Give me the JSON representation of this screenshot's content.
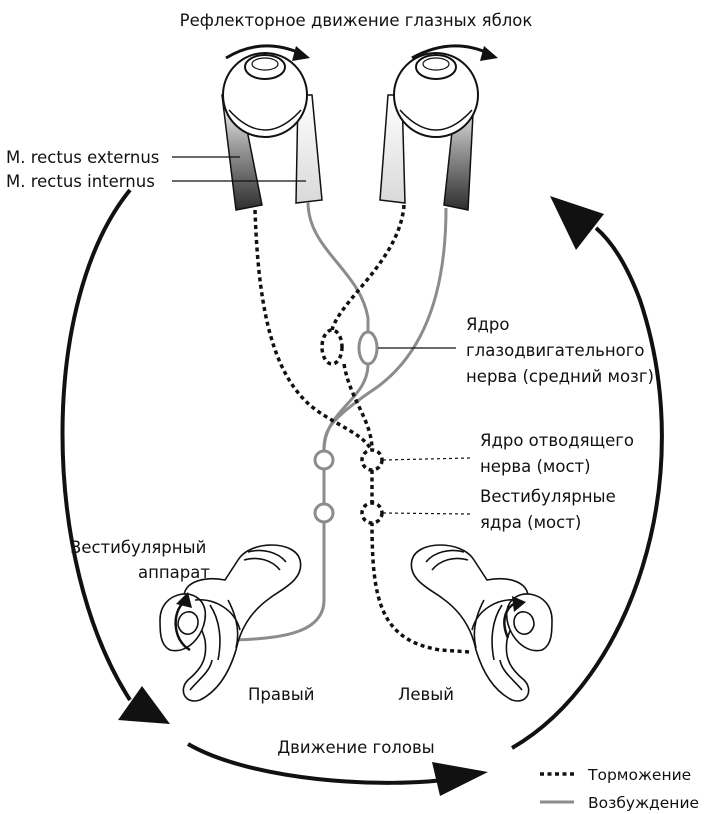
{
  "title": "Рефлекторное движение глазных яблок",
  "labels": {
    "rectus_externus": "M. rectus externus",
    "rectus_internus": "M. rectus internus",
    "oculomotor_line1": "Ядро",
    "oculomotor_line2": "глазодвигательного",
    "oculomotor_line3": "нерва (средний мозг)",
    "abducens_line1": "Ядро отводящего",
    "abducens_line2": "нерва (мост)",
    "vestibular_nuclei_line1": "Вестибулярные",
    "vestibular_nuclei_line2": "ядра (мост)",
    "vestibular_apparatus_line1": "Вестибулярный",
    "vestibular_apparatus_line2": "аппарат",
    "right": "Правый",
    "left": "Левый",
    "head_movement": "Движение головы"
  },
  "legend": {
    "inhibition": "Торможение",
    "excitation": "Возбуждение"
  },
  "colors": {
    "excitation": "#8c8c8c",
    "inhibition": "#111111",
    "arrow": "#111111",
    "muscle_dark": "#3a3a3a"
  }
}
